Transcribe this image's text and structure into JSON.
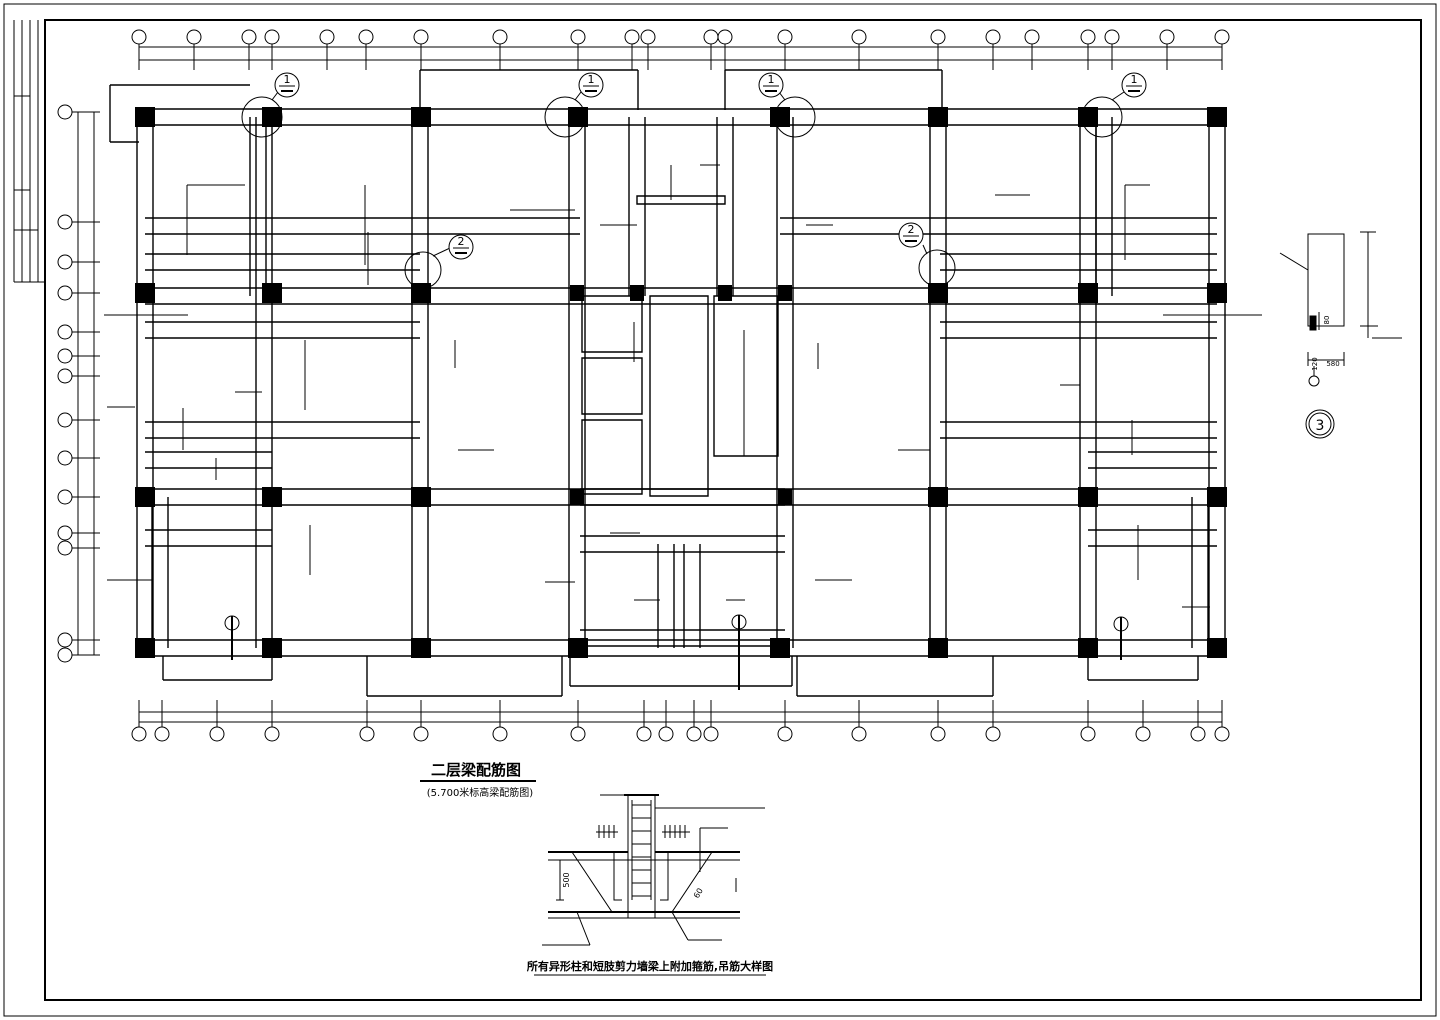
{
  "drawing": {
    "plan_title": "二层梁配筋图",
    "plan_subtitle": "(5.700米标高梁配筋图)",
    "detail_caption": "所有异形柱和短肢剪力墙梁上附加箍筋,吊筋大样图",
    "detail_dim_500": "500",
    "detail_angle_label": "60",
    "section_marks": [
      {
        "num": "1",
        "label": "section-mark-1a"
      },
      {
        "num": "1",
        "label": "section-mark-1b"
      },
      {
        "num": "1",
        "label": "section-mark-1c"
      },
      {
        "num": "1",
        "label": "section-mark-1d"
      },
      {
        "num": "2",
        "label": "section-mark-2a"
      },
      {
        "num": "2",
        "label": "section-mark-2b"
      }
    ],
    "detail3": {
      "num": "3",
      "dim_left": "120",
      "dim_right": "580",
      "dim_height": "80"
    }
  }
}
